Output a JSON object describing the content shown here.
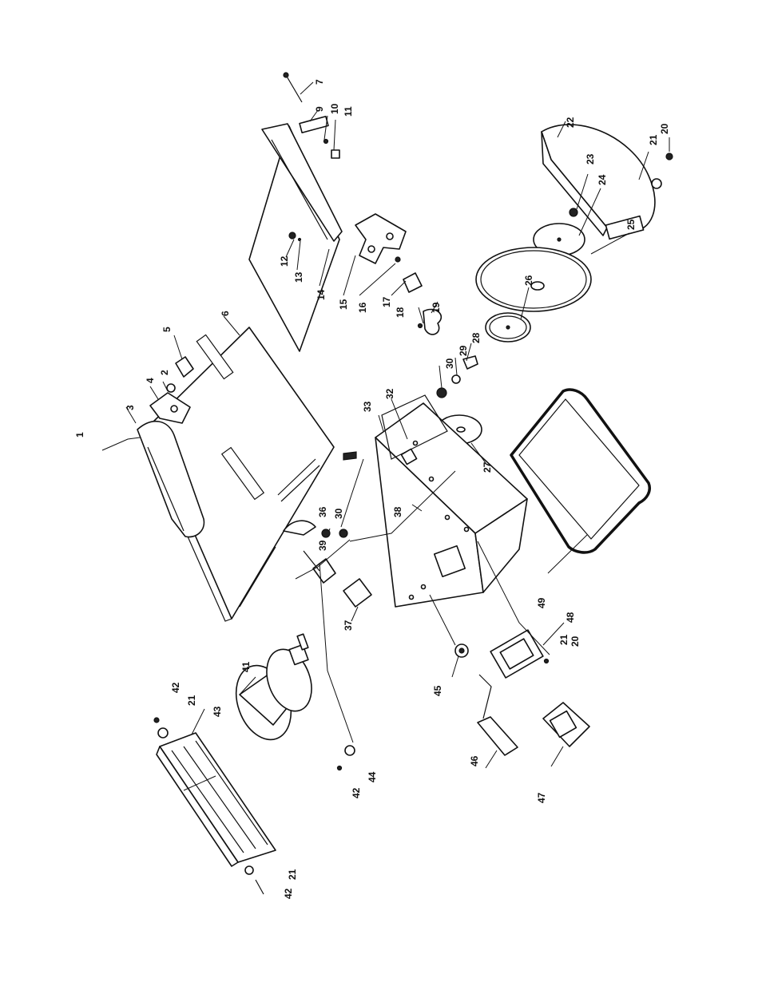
{
  "diagram": {
    "labels": {
      "p1": "1",
      "p2": "2",
      "p3": "3",
      "p4": "4",
      "p5": "5",
      "p6": "6",
      "p7": "7",
      "p9": "9",
      "p10": "10",
      "p11": "11",
      "p12": "12",
      "p13": "13",
      "p14": "14",
      "p15": "15",
      "p16": "16",
      "p17": "17",
      "p18": "18",
      "p19": "19",
      "p20a": "20",
      "p20b": "20",
      "p21a": "21",
      "p21b": "21",
      "p21c": "21",
      "p21d": "21",
      "p22": "22",
      "p23": "23",
      "p24": "24",
      "p25": "25",
      "p26": "26",
      "p27": "27",
      "p28": "28",
      "p29": "29",
      "p30a": "30",
      "p30b": "30",
      "p32": "32",
      "p33": "33",
      "p36": "36",
      "p37": "37",
      "p38": "38",
      "p39": "39",
      "p41": "41",
      "p42a": "42",
      "p42b": "42",
      "p42c": "42",
      "p43": "43",
      "p44": "44",
      "p45": "45",
      "p46": "46",
      "p47": "47",
      "p48": "48",
      "p49": "49"
    }
  }
}
